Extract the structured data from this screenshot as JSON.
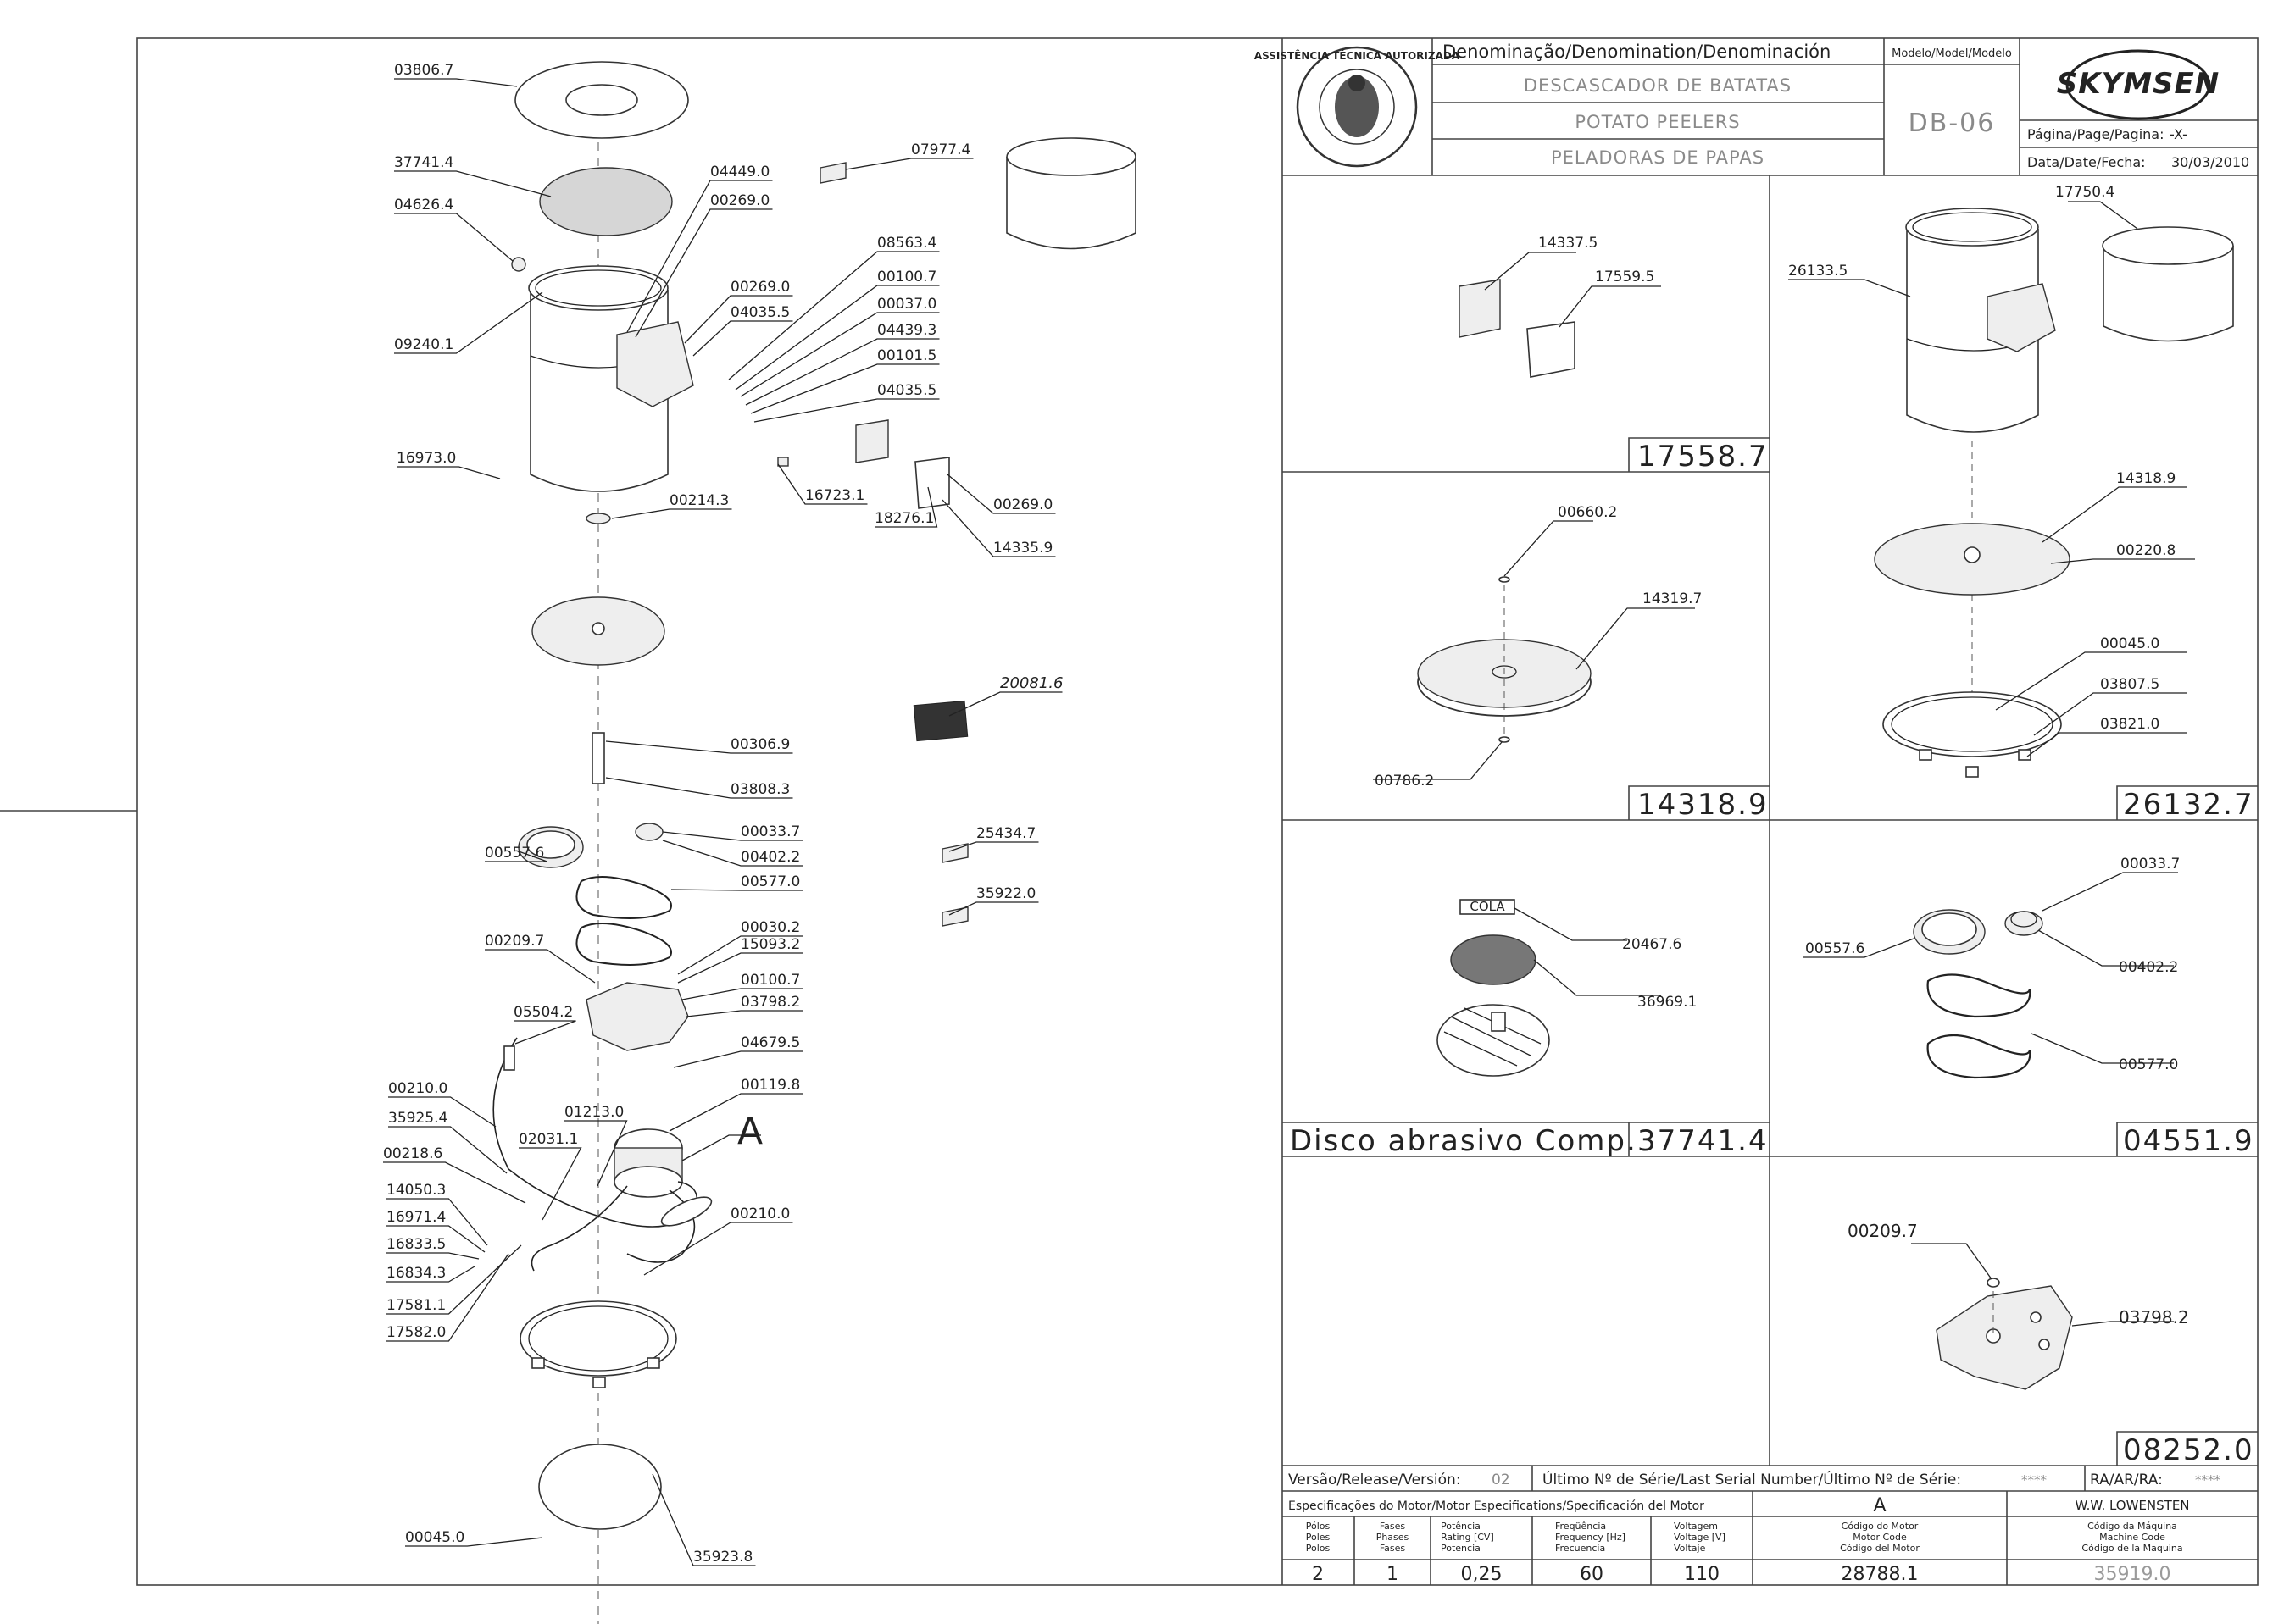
{
  "title_block": {
    "denomination_header": "Denominação/Denomination/Denominación",
    "name_pt": "DESCASCADOR DE BATATAS",
    "name_en": "POTATO PEELERS",
    "name_es": "PELADORAS DE PAPAS",
    "model_header": "Modelo/Model/Modelo",
    "model": "DB-06",
    "brand": "SKYMSEN",
    "seal_text": "ASSISTÊNCIA TÉCNICA AUTORIZADA",
    "page_label": "Página/Page/Pagina:",
    "page_value": "-X-",
    "date_label": "Data/Date/Fecha:",
    "date_value": "30/03/2010"
  },
  "main_labels": [
    "03806.7",
    "37741.4",
    "04626.4",
    "09240.1",
    "16973.0",
    "04449.0",
    "00269.0",
    "00269.0",
    "04035.5",
    "08563.4",
    "00100.7",
    "00037.0",
    "04439.3",
    "00101.5",
    "04035.5",
    "07977.4",
    "00214.3",
    "16723.1",
    "18276.1",
    "00269.0",
    "14335.9",
    "00306.9",
    "03808.3",
    "00557.6",
    "00033.7",
    "00402.2",
    "00577.0",
    "00209.7",
    "00030.2",
    "15093.2",
    "00100.7",
    "03798.2",
    "05504.2",
    "04679.5",
    "00210.0",
    "35925.4",
    "01213.0",
    "00119.8",
    "00218.6",
    "02031.1",
    "14050.3",
    "16971.4",
    "16833.5",
    "16834.3",
    "00210.0",
    "17581.1",
    "17582.0",
    "00045.0",
    "35923.8",
    "20081.6",
    "25434.7",
    "35922.0"
  ],
  "callout_A": "A",
  "panels": {
    "p1": {
      "labels": [
        "14337.5",
        "17559.5"
      ],
      "number": "17558.7"
    },
    "p2": {
      "labels": [
        "17750.4",
        "26133.5",
        "14318.9",
        "00220.8",
        "00045.0",
        "03807.5",
        "03821.0"
      ],
      "number": "26132.7"
    },
    "p3": {
      "labels": [
        "00660.2",
        "14319.7",
        "00786.2"
      ],
      "number": "14318.9"
    },
    "p4": {
      "cola": "COLA",
      "labels": [
        "20467.6",
        "36969.1"
      ],
      "caption": "Disco abrasivo Comp.",
      "number": "37741.4"
    },
    "p5": {
      "labels": [
        "00033.7",
        "00557.6",
        "00402.2",
        "00577.0"
      ],
      "number": "04551.9"
    },
    "p6": {
      "labels": [
        "00209.7",
        "03798.2"
      ],
      "number": "08252.0"
    }
  },
  "bottom_block": {
    "version_label": "Versão/Release/Versión:",
    "version_value": "02",
    "serial_label": "Último Nº de Série/Last Serial Number/Último Nº de Série:",
    "serial_value": "****",
    "ra_label": "RA/AR/RA:",
    "ra_value": "****",
    "motor_spec_header": "Especificações do Motor/Motor Especifications/Specificación del Motor",
    "motor_code_letter": "A",
    "author": "W.W. LOWENSTEN",
    "col_poles": [
      "Pólos",
      "Poles",
      "Polos"
    ],
    "col_phases": [
      "Fases",
      "Phases",
      "Fases"
    ],
    "col_power": [
      "Potência",
      "Rating [CV]",
      "Potencia"
    ],
    "col_freq": [
      "Freqüência",
      "Frequency [Hz]",
      "Frecuencia"
    ],
    "col_volt": [
      "Voltagem",
      "Voltage [V]",
      "Voltaje"
    ],
    "col_motor_code": [
      "Código do Motor",
      "Motor Code",
      "Código del Motor"
    ],
    "col_machine_code": [
      "Código da Máquina",
      "Machine Code",
      "Código de la Maquina"
    ],
    "val_poles": "2",
    "val_phases": "1",
    "val_power": "0,25",
    "val_freq": "60",
    "val_volt": "110",
    "val_motor_code": "28788.1",
    "val_machine_code": "35919.0"
  }
}
